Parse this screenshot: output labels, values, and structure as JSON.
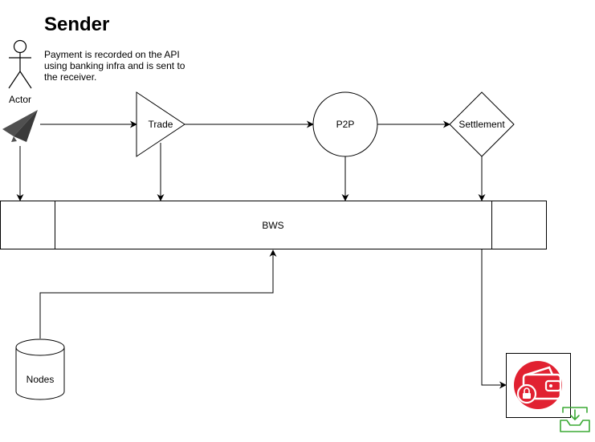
{
  "header": {
    "title": "Sender",
    "description_lines": [
      "Payment is recorded on the API",
      "using banking infra and is sent to",
      "the receiver."
    ]
  },
  "actor": {
    "label": "Actor",
    "icon": "stick-figure-icon"
  },
  "nodes": {
    "send_icon": "paper-plane-icon",
    "trade": "Trade",
    "p2p": "P2P",
    "settlement": "Settlement",
    "bws": "BWS",
    "database": "Nodes",
    "wallet_icon": "locked-wallet-icon",
    "inbox_icon": "inbox-download-icon"
  },
  "colors": {
    "line": "#000000",
    "wallet_red": "#E12131",
    "inbox_green": "#3BAA35",
    "background": "#FFFFFF"
  }
}
